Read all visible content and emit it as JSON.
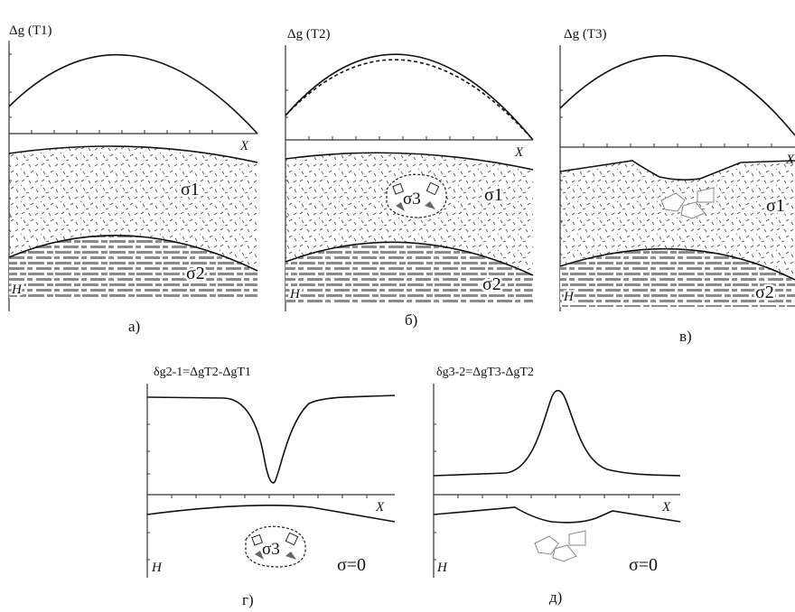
{
  "panels": {
    "a": {
      "ylabel": "Δg (T1)",
      "xlabel": "X",
      "depth_label": "H",
      "layer_upper": "σ1",
      "layer_lower": "σ2",
      "caption": "а)"
    },
    "b": {
      "ylabel": "Δg (T2)",
      "xlabel": "X",
      "depth_label": "H",
      "layer_upper": "σ1",
      "layer_lower": "σ2",
      "body_label": "σ3",
      "caption": "б)"
    },
    "c": {
      "ylabel": "Δg (T3)",
      "xlabel": "X",
      "depth_label": "H",
      "layer_upper": "σ1",
      "layer_lower": "σ2",
      "caption": "в)"
    },
    "d": {
      "ylabel": "δg2-1=ΔgT2-ΔgT1",
      "xlabel": "X",
      "depth_label": "H",
      "body_label": "σ3",
      "sigma_zero": "σ=0",
      "caption": "г)"
    },
    "e": {
      "ylabel": "δg3-2=ΔgT3-ΔgT2",
      "xlabel": "X",
      "depth_label": "H",
      "sigma_zero": "σ=0",
      "caption": "д)"
    }
  },
  "colors": {
    "ink": "#111111",
    "clay": "#8c8c8c",
    "sand": "#444444"
  }
}
